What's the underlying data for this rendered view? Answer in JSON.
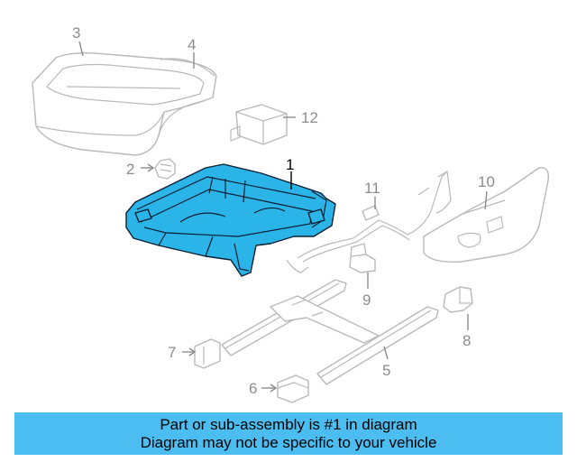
{
  "diagram": {
    "parts": [
      {
        "number": "1",
        "highlighted": true
      },
      {
        "number": "2"
      },
      {
        "number": "3"
      },
      {
        "number": "4"
      },
      {
        "number": "5"
      },
      {
        "number": "6"
      },
      {
        "number": "7"
      },
      {
        "number": "8"
      },
      {
        "number": "9"
      },
      {
        "number": "10"
      },
      {
        "number": "11"
      },
      {
        "number": "12"
      }
    ],
    "colors": {
      "highlight": "#2bb4e8",
      "outline": "#0b1f33",
      "ghost_line": "#b9b9b9",
      "callout_text": "#8c8c8c",
      "banner": "#4bbdf0"
    }
  },
  "banner": {
    "line1": "Part or sub-assembly is #1 in diagram",
    "line2": "Diagram may not be specific to your vehicle"
  }
}
